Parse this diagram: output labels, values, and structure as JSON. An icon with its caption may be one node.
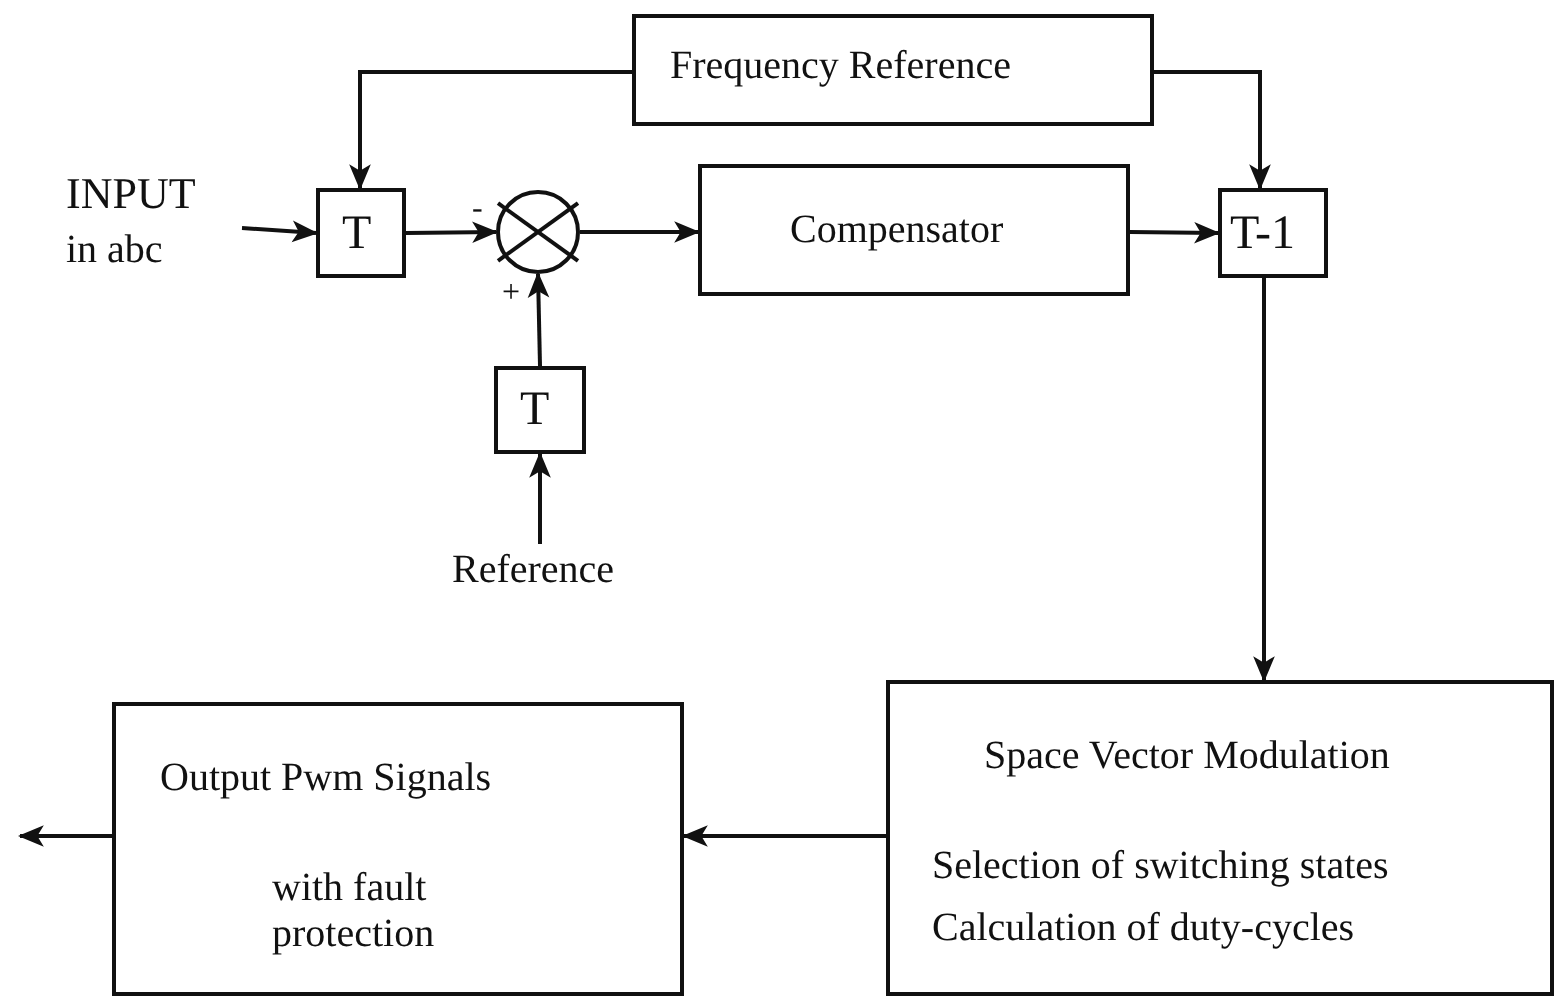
{
  "diagram": {
    "nodes": [
      {
        "text": [
          "INPUT",
          "in abc"
        ]
      },
      {
        "text": [
          "Frequency Reference"
        ]
      },
      {
        "text": [
          "T"
        ]
      },
      {
        "text": [],
        "shape": "circle",
        "beside": [
          "-",
          "+"
        ]
      },
      {
        "text": [
          "Compensator"
        ]
      },
      {
        "text": [
          "T-1"
        ]
      },
      {
        "text": [
          "T"
        ]
      },
      {
        "text": [
          "Reference"
        ]
      },
      {
        "text": [
          "Space Vector Modulation",
          "Selection of switching states",
          "Calculation of duty-cycles"
        ]
      },
      {
        "text": [
          "Output Pwm Signals",
          "with fault protection"
        ]
      }
    ],
    "edges": [
      {
        "from": 0,
        "to": 2,
        "arrow": "to"
      },
      {
        "from": 1,
        "to": 2,
        "arrow": "to"
      },
      {
        "from": 2,
        "to": 3,
        "arrow": "to"
      },
      {
        "from": 3,
        "to": 4,
        "arrow": "to"
      },
      {
        "from": 4,
        "to": 5,
        "arrow": "to"
      },
      {
        "from": 1,
        "to": 5,
        "arrow": "to"
      },
      {
        "from": 6,
        "to": 3,
        "arrow": "to"
      },
      {
        "from": 7,
        "to": 6,
        "arrow": "to"
      },
      {
        "from": 5,
        "to": 8,
        "arrow": "to"
      },
      {
        "from": 8,
        "to": 9,
        "arrow": "to"
      },
      {
        "from": 9,
        "to": null,
        "arrow": "to"
      }
    ]
  }
}
